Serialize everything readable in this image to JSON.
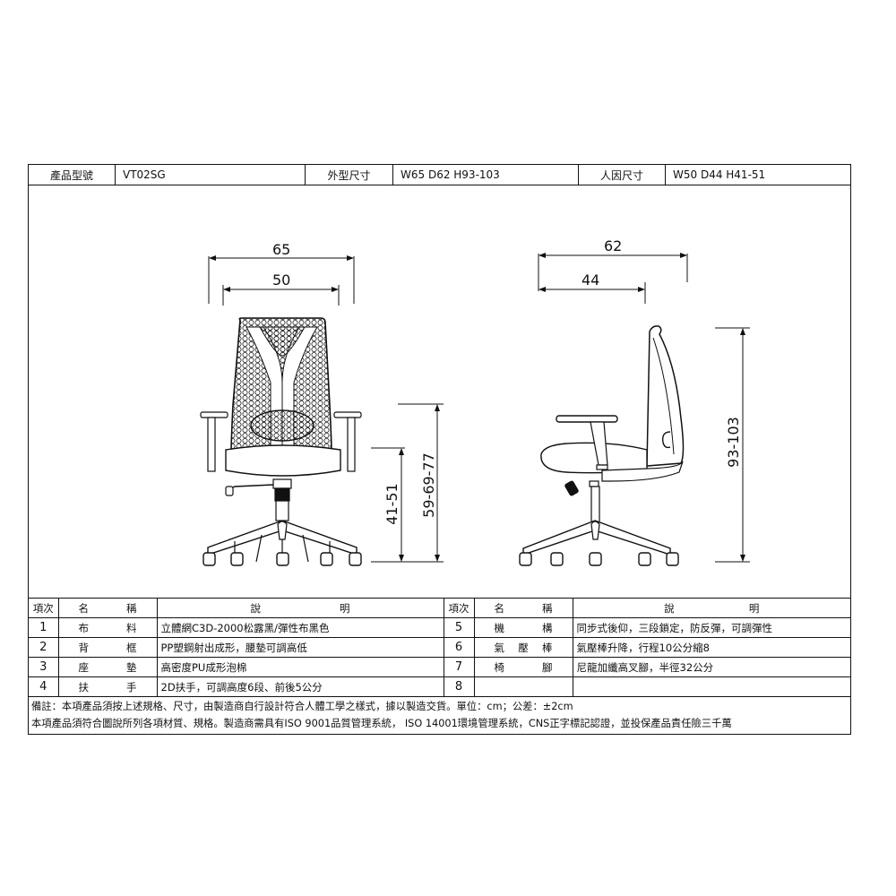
{
  "spec": {
    "model_label": "產品型號",
    "model_value": "VT02SG",
    "outer_size_label": "外型尺寸",
    "outer_size_value": "W65 D62 H93-103",
    "ergo_size_label": "人因尺寸",
    "ergo_size_value": "W50 D44 H41-51"
  },
  "drawing": {
    "front_view": {
      "overall_width": "65",
      "seat_width": "50",
      "seat_height": "41-51",
      "armrest_height": "59-69-77"
    },
    "side_view": {
      "overall_depth": "62",
      "seat_depth": "44",
      "overall_height": "93-103"
    }
  },
  "parts_table": {
    "headers": {
      "item": "項次",
      "name_a": "名",
      "name_b": "稱",
      "desc_a": "說",
      "desc_b": "明"
    },
    "left": [
      {
        "no": "1",
        "name": [
          "布",
          "料"
        ],
        "desc": "立體網C3D-2000松露黑/彈性布黑色"
      },
      {
        "no": "2",
        "name": [
          "背",
          "框"
        ],
        "desc": "PP塑鋼射出成形，腰墊可調高低"
      },
      {
        "no": "3",
        "name": [
          "座",
          "墊"
        ],
        "desc": "高密度PU成形泡棉"
      },
      {
        "no": "4",
        "name": [
          "扶",
          "手"
        ],
        "desc": "2D扶手，可調高度6段、前後5公分"
      }
    ],
    "right": [
      {
        "no": "5",
        "name": [
          "機",
          "構"
        ],
        "desc": "同步式後仰，三段鎖定，防反彈，可調彈性"
      },
      {
        "no": "6",
        "name": [
          "氣",
          "壓",
          "棒"
        ],
        "desc": "氣壓棒升降，行程10公分縮8"
      },
      {
        "no": "7",
        "name": [
          "椅",
          "腳"
        ],
        "desc": "尼龍加纖高叉腳，半徑32公分"
      },
      {
        "no": "8",
        "name": [],
        "desc": ""
      }
    ]
  },
  "notes": {
    "line1": "備註：本項產品須按上述規格、尺寸，由製造商自行設計符合人體工學之樣式，據以製造交貨。單位：cm；公差：±2cm",
    "line2": "本項產品須符合圖說所列各項材質、規格。製造商需具有ISO 9001品質管理系統， ISO 14001環境管理系統，CNS正字標記認證，並投保產品責任險三千萬"
  }
}
